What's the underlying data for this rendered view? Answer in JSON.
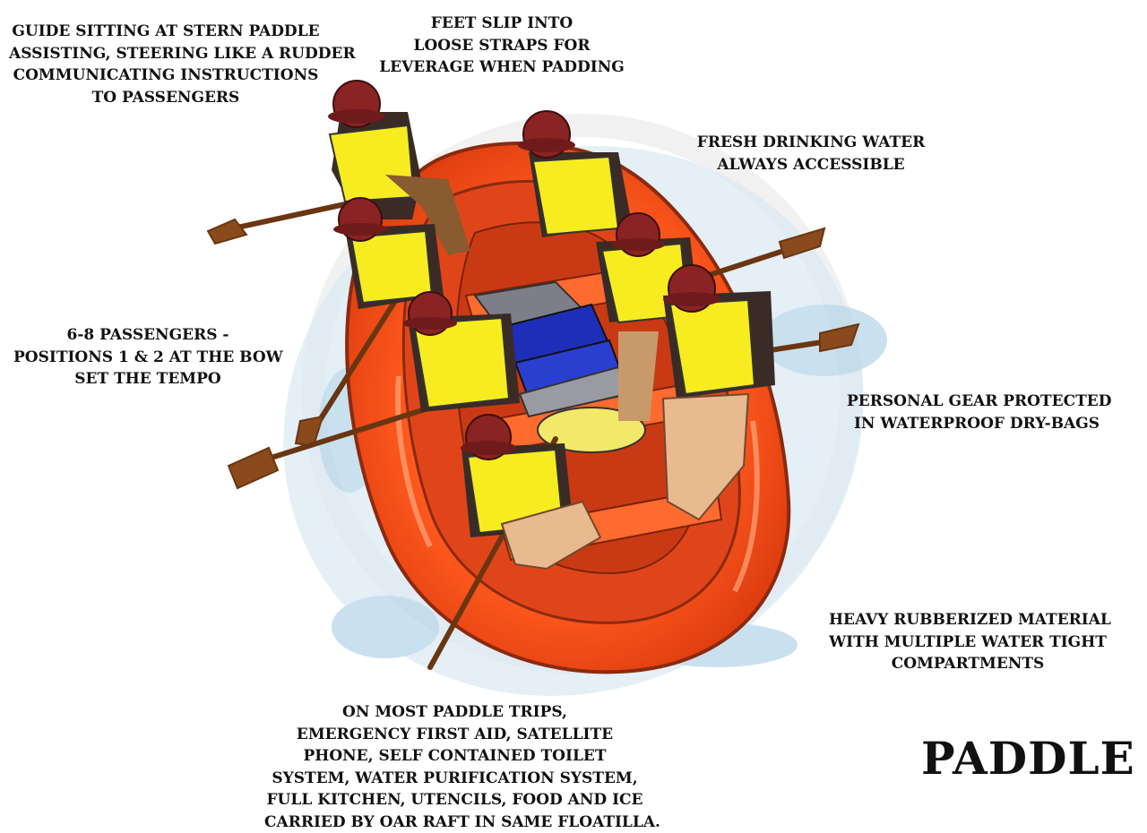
{
  "annotations": {
    "guide": [
      "GUIDE SITTING AT STERN PADDLE",
      "ASSISTING, STEERING LIKE A RUDDER",
      "COMMUNICATING INSTRUCTIONS",
      "TO PASSENGERS"
    ],
    "feet": [
      "FEET SLIP INTO",
      "LOOSE STRAPS FOR",
      "LEVERAGE WHEN PADDING"
    ],
    "water": [
      "FRESH DRINKING WATER",
      "ALWAYS ACCESSIBLE"
    ],
    "passengers": [
      "6-8 PASSENGERS -",
      "POSITIONS 1 & 2 AT THE BOW",
      "SET THE TEMPO"
    ],
    "gear": [
      "PERSONAL GEAR PROTECTED",
      "IN WATERPROOF DRY-BAGS"
    ],
    "material": [
      "HEAVY RUBBERIZED MATERIAL",
      "WITH MULTIPLE WATER TIGHT",
      "COMPARTMENTS"
    ],
    "support": [
      "ON MOST PADDLE TRIPS,",
      "EMERGENCY FIRST AID, SATELLITE",
      "PHONE, SELF CONTAINED TOILET",
      "SYSTEM, WATER PURIFICATION SYSTEM,",
      "FULL KITCHEN, UTENCILS, FOOD AND ICE",
      "CARRIED BY OAR RAFT IN SAME FLOATILLA."
    ]
  },
  "title": "PADDLE",
  "colors": {
    "raft": "#ff5a1e",
    "raft_dark": "#d8380d",
    "raft_light": "#ff8a52",
    "vest": "#f7ec1f",
    "helmet": "#8a2323",
    "jacket": "#3a2b26",
    "skin": "#e9b98f",
    "paddle": "#8a4a1c",
    "drybag_blue": "#1d2fb8",
    "drybag_grey": "#8c8c94",
    "water": "#b7d7ea"
  }
}
